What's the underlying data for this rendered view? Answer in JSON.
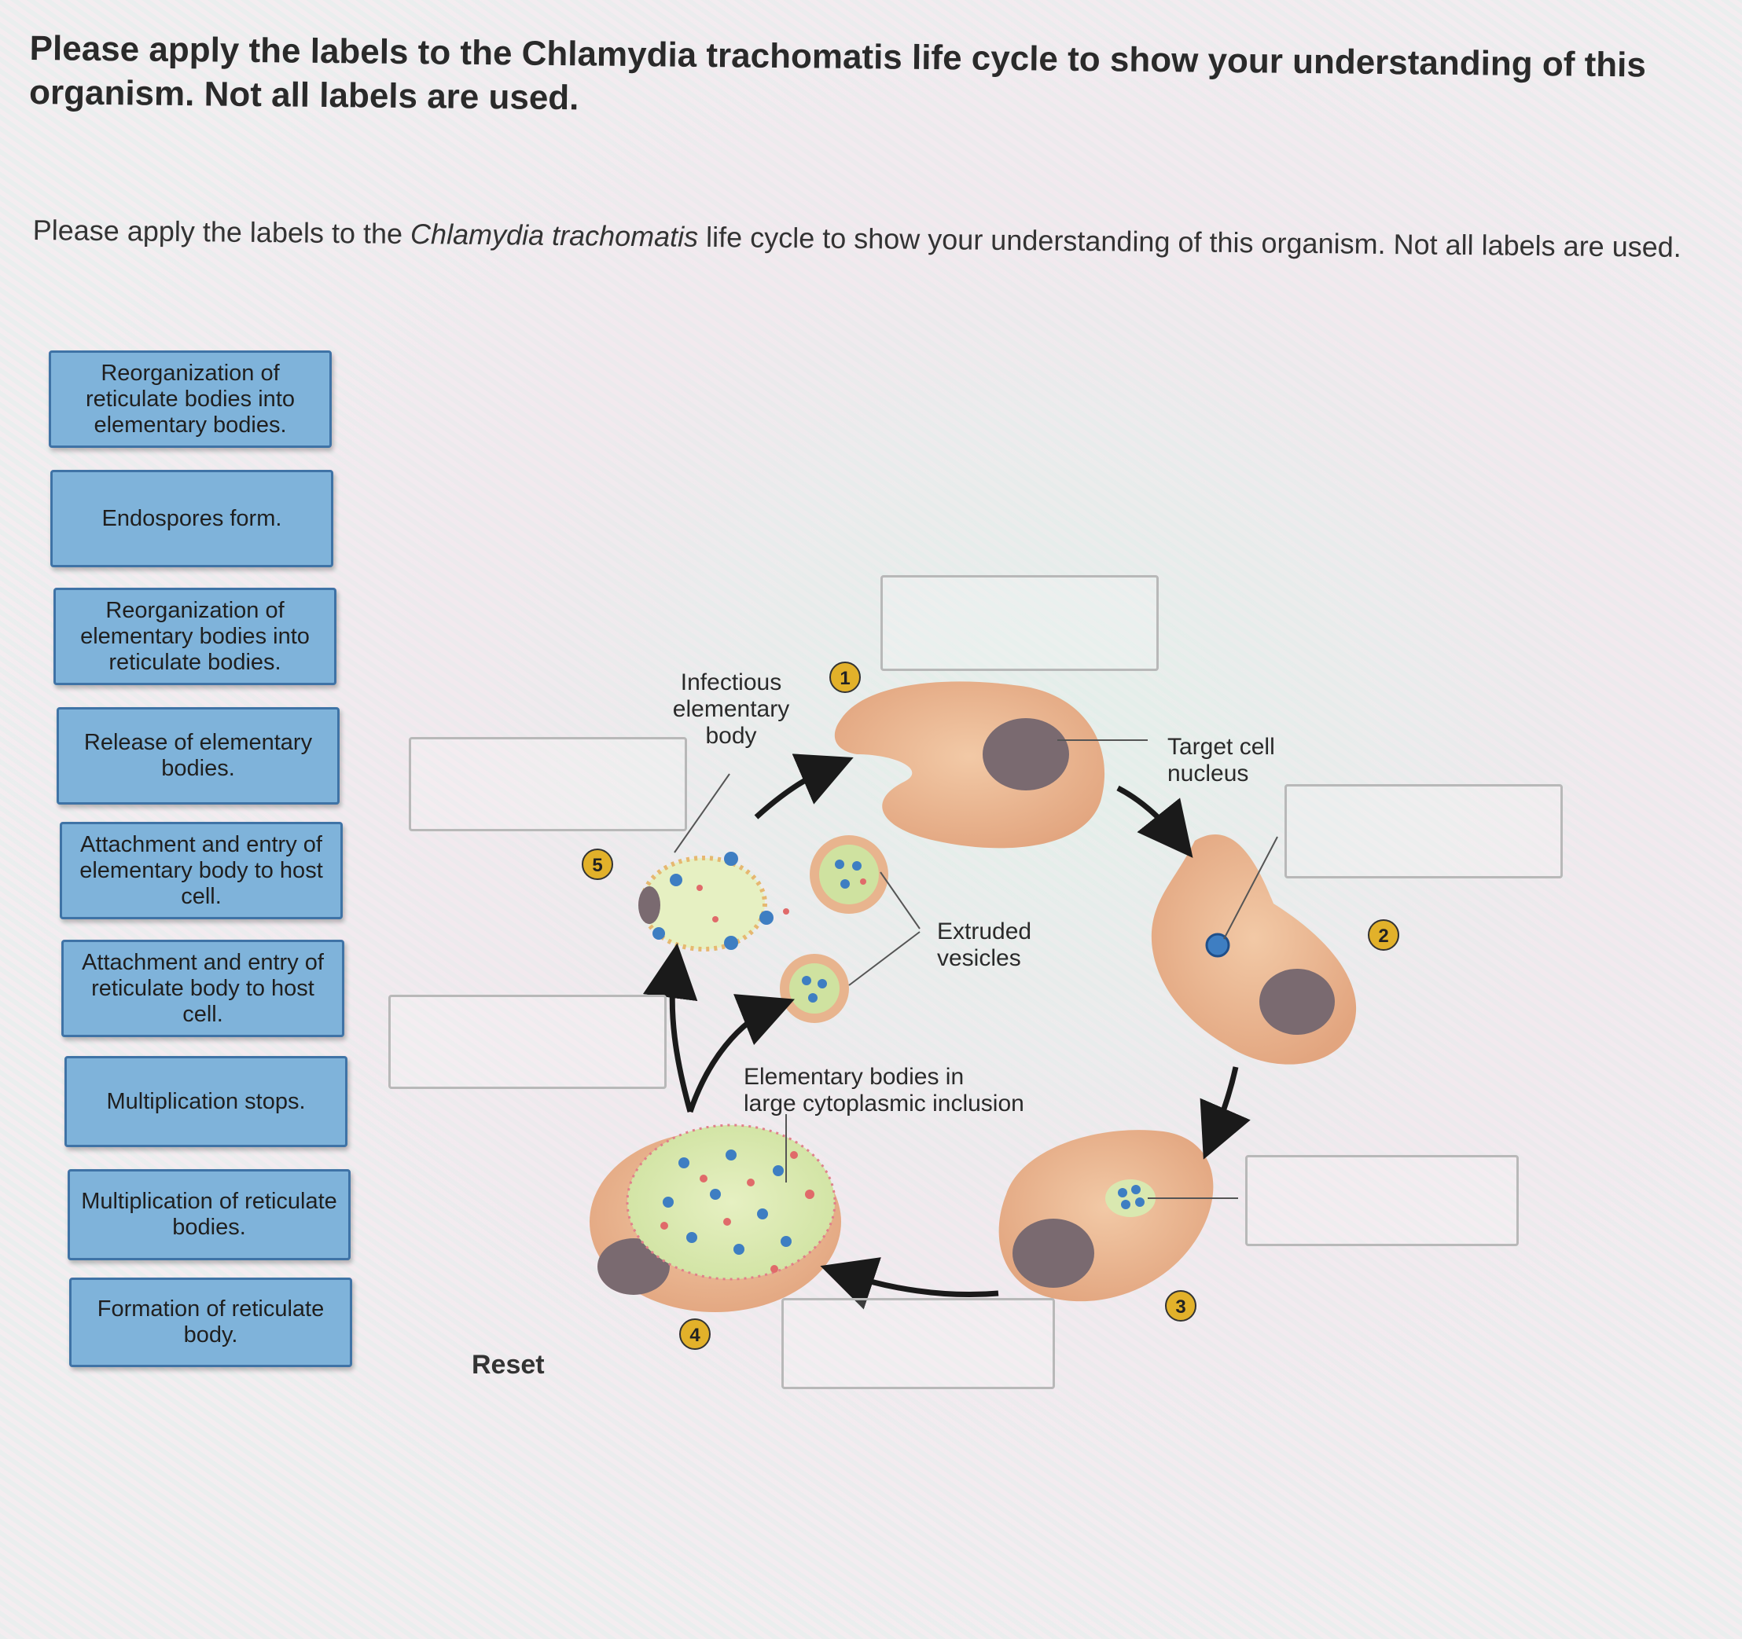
{
  "title": "Please apply the labels to the Chlamydia trachomatis life cycle to show your understanding of this organism. Not all labels are used.",
  "instructions": {
    "before": "Please apply the labels to the ",
    "organism": "Chlamydia trachomatis",
    "after": " life cycle to show your understanding of this organism. Not all labels are used."
  },
  "labels": [
    "Reorganization of reticulate bodies into elementary bodies.",
    "Endospores form.",
    "Reorganization of elementary bodies into reticulate bodies.",
    "Release of elementary bodies.",
    "Attachment and entry of elementary body to host cell.",
    "Attachment and entry of reticulate body to host cell.",
    "Multiplication stops.",
    "Multiplication of reticulate bodies.",
    "Formation of reticulate body."
  ],
  "reset_label": "Reset",
  "diagram": {
    "infectious_eb": [
      "Infectious",
      "elementary",
      "body"
    ],
    "target_nucleus": [
      "Target cell",
      "nucleus"
    ],
    "extruded_vesicles": [
      "Extruded",
      "vesicles"
    ],
    "inclusion": [
      "Elementary bodies in",
      "large cytoplasmic inclusion"
    ],
    "steps": [
      "1",
      "2",
      "3",
      "4",
      "5"
    ]
  },
  "colors": {
    "label_fill": "#7fb3da",
    "label_border": "#3f73a6",
    "cell_fill": "#e8b48e",
    "nucleus_fill": "#7a6a70",
    "inclusion_fill": "#d9e8b0",
    "step_badge": "#e2b12a"
  }
}
